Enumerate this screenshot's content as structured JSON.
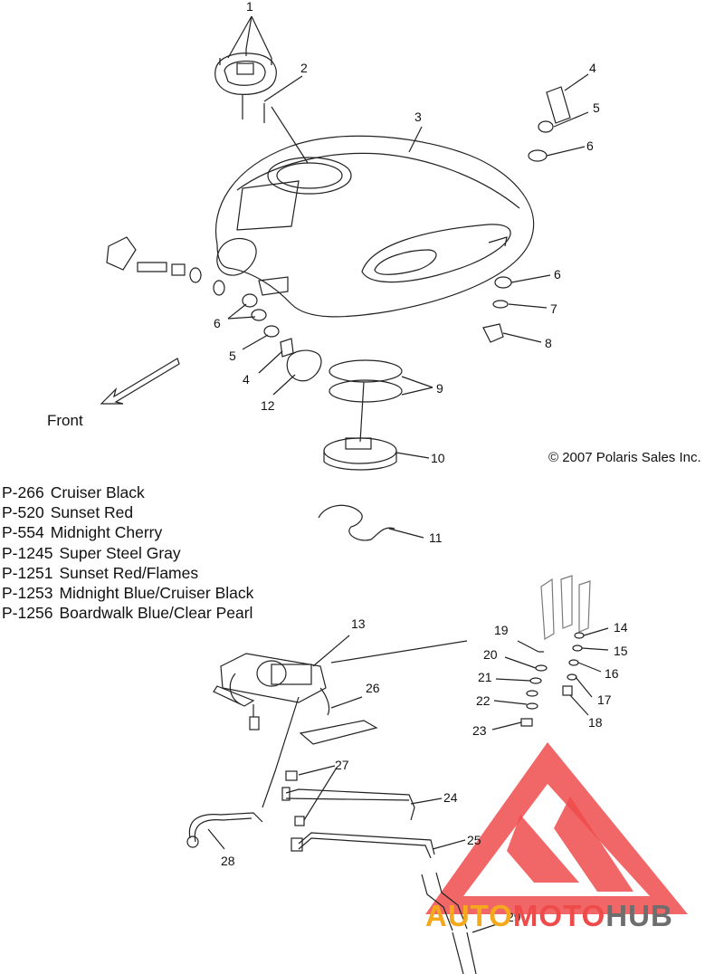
{
  "copyright": "© 2007 Polaris Sales Inc.",
  "front_label": "Front",
  "callouts": [
    "1",
    "2",
    "3",
    "4",
    "5",
    "6",
    "6",
    "7",
    "8",
    "9",
    "10",
    "11",
    "12",
    "5",
    "4",
    "6",
    "13",
    "14",
    "15",
    "16",
    "17",
    "18",
    "19",
    "20",
    "21",
    "22",
    "23",
    "24",
    "25",
    "26",
    "27",
    "28",
    "29"
  ],
  "color_codes": [
    {
      "code": "P-266",
      "name": "Cruiser Black"
    },
    {
      "code": "P-520",
      "name": "Sunset Red"
    },
    {
      "code": "P-554",
      "name": "Midnight Cherry"
    },
    {
      "code": "P-1245",
      "name": "Super Steel Gray"
    },
    {
      "code": "P-1251",
      "name": "Sunset Red/Flames"
    },
    {
      "code": "P-1253",
      "name": "Midnight Blue/Cruiser Black"
    },
    {
      "code": "P-1256",
      "name": "Boardwalk Blue/Clear Pearl"
    }
  ],
  "watermark": {
    "part1": "AUTO",
    "part2": "MOTO",
    "part3": "HUB",
    "color_primary": "#ef4b4b",
    "color_secondary": "#f4a81c",
    "color_tertiary": "#6e6e6e"
  }
}
